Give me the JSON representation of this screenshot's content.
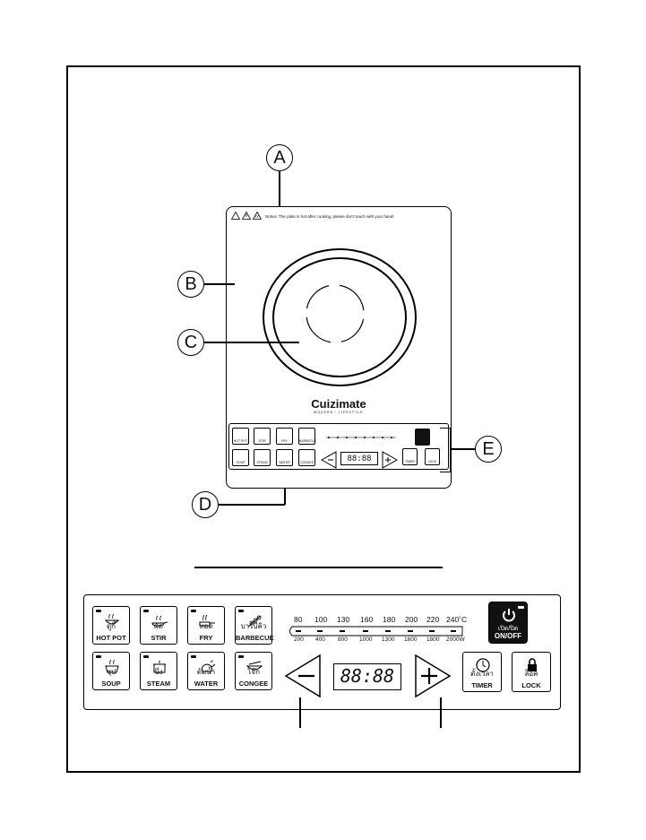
{
  "callouts": {
    "a": "A",
    "b": "B",
    "c": "C",
    "d": "D",
    "e": "E"
  },
  "cooker": {
    "warning_text": "Notice: The plate is hot after cooking, please don't touch with your hand!",
    "brand": "Cuizimate",
    "tagline": "MODERN · LIFESTYLE"
  },
  "panel": {
    "functions": [
      {
        "th": "ดูกี้",
        "en": "HOT POT",
        "icon": "hot-pot-icon"
      },
      {
        "th": "ผัด",
        "en": "STIR",
        "icon": "stir-icon"
      },
      {
        "th": "ทอด",
        "en": "FRY",
        "icon": "fry-icon"
      },
      {
        "th": "บาร์บีคิว",
        "en": "BARBECUE",
        "icon": "barbecue-icon"
      },
      {
        "th": "ซุป",
        "en": "SOUP",
        "icon": "soup-icon"
      },
      {
        "th": "นึ่ง",
        "en": "STEAM",
        "icon": "steam-icon"
      },
      {
        "th": "ต้มน้ำ",
        "en": "WATER",
        "icon": "kettle-icon"
      },
      {
        "th": "โจ๊ก",
        "en": "CONGEE",
        "icon": "congee-icon"
      }
    ],
    "temperatures": [
      "80",
      "100",
      "130",
      "160",
      "180",
      "200",
      "220",
      "240˚C"
    ],
    "powers": [
      "200",
      "400",
      "800",
      "1000",
      "1300",
      "1600",
      "1800",
      "2000W"
    ],
    "display": "88:88",
    "minus_symbol": "−",
    "plus_symbol": "+",
    "power_button": {
      "th": "เปิด/ปิด",
      "en": "ON/OFF",
      "icon": "power-icon"
    },
    "timer": {
      "th": "ตั้งเวลา",
      "en": "TIMER",
      "icon": "clock-icon"
    },
    "lock": {
      "th": "ล็อค",
      "en": "LOCK",
      "icon": "lock-icon"
    }
  }
}
